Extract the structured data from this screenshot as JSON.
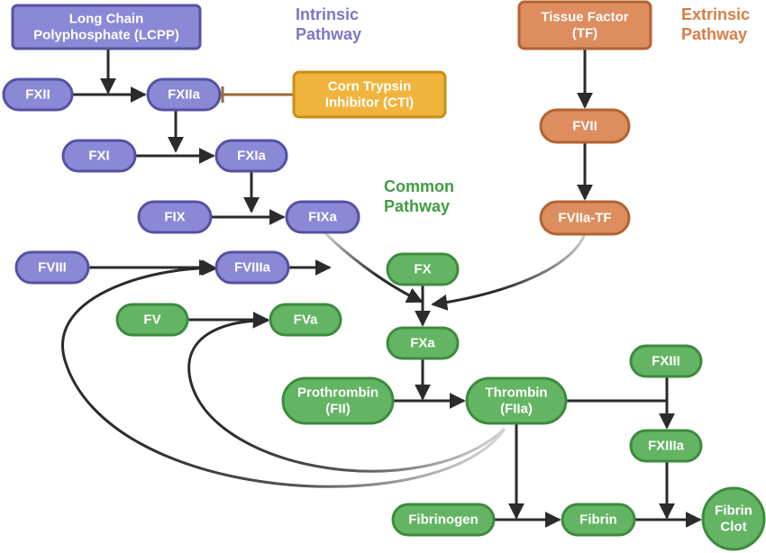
{
  "colors": {
    "intrinsic_fill": "#8b88d6",
    "intrinsic_stroke": "#5552a3",
    "intrinsic_text": "#7a77c8",
    "extrinsic_fill": "#dd8d5e",
    "extrinsic_stroke": "#b46232",
    "extrinsic_text": "#d87d45",
    "common_fill": "#63b564",
    "common_stroke": "#3d8b3e",
    "common_text": "#3f9d42",
    "inhibitor_fill": "#f0b43c",
    "inhibitor_stroke": "#c98d18",
    "inhibit_line": "#9a6a3a",
    "arrow": "#2b2b2b",
    "node_text": "#ffffff"
  },
  "labels": {
    "intrinsic": [
      "Intrinsic",
      "Pathway"
    ],
    "extrinsic": [
      "Extrinsic",
      "Pathway"
    ],
    "common": [
      "Common",
      "Pathway"
    ]
  },
  "nodes": {
    "lcpp": [
      "Long Chain",
      "Polyphosphate (LCPP)"
    ],
    "fxii": [
      "FXII"
    ],
    "fxiia": [
      "FXIIa"
    ],
    "cti": [
      "Corn Trypsin",
      "Inhibitor (CTI)"
    ],
    "fxi": [
      "FXI"
    ],
    "fxia": [
      "FXIa"
    ],
    "fix": [
      "FIX"
    ],
    "fixa": [
      "FIXa"
    ],
    "fviii": [
      "FVIII"
    ],
    "fviiia": [
      "FVIIIa"
    ],
    "tf": [
      "Tissue Factor",
      "(TF)"
    ],
    "fvii": [
      "FVII"
    ],
    "fviia_tf": [
      "FVIIa-TF"
    ],
    "fx": [
      "FX"
    ],
    "fv": [
      "FV"
    ],
    "fva": [
      "FVa"
    ],
    "fxa": [
      "FXa"
    ],
    "prothrombin": [
      "Prothrombin",
      "(FII)"
    ],
    "thrombin": [
      "Thrombin",
      "(FIIa)"
    ],
    "fxiii": [
      "FXIII"
    ],
    "fxiiia": [
      "FXIIIa"
    ],
    "fibrinogen": [
      "Fibrinogen"
    ],
    "fibrin": [
      "Fibrin"
    ],
    "fibrin_clot": [
      "Fibrin",
      "Clot"
    ]
  }
}
